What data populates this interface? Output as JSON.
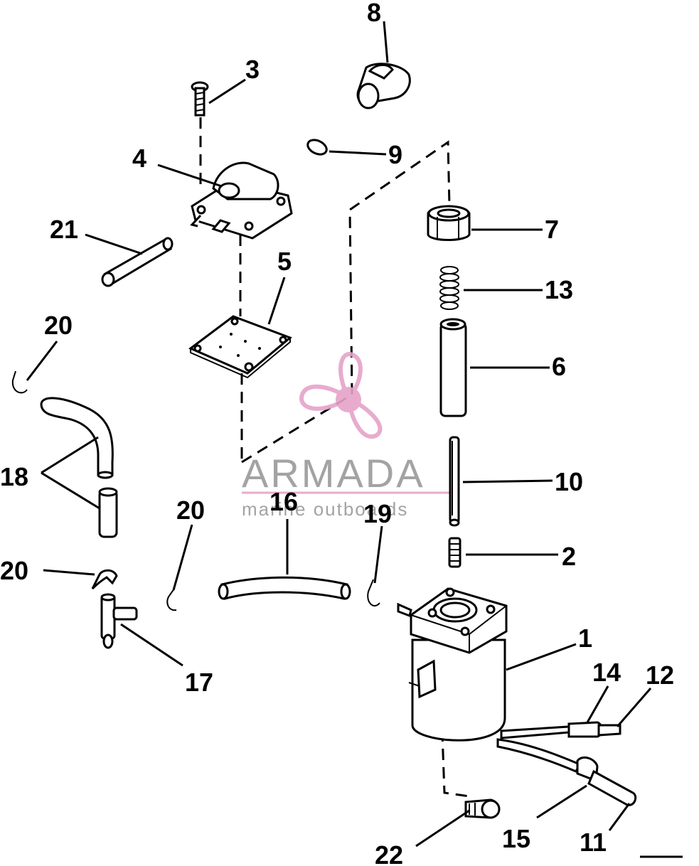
{
  "callouts": {
    "c1": "1",
    "c2": "2",
    "c3": "3",
    "c4": "4",
    "c5": "5",
    "c6": "6",
    "c7": "7",
    "c8": "8",
    "c9": "9",
    "c10": "10",
    "c11": "11",
    "c12": "12",
    "c13": "13",
    "c14": "14",
    "c15": "15",
    "c16": "16",
    "c17": "17",
    "c18": "18",
    "c19": "19",
    "c20a": "20",
    "c20b": "20",
    "c20c": "20",
    "c21": "21",
    "c22": "22"
  },
  "watermark": {
    "brand": "ARMADA",
    "tagline": "marine outboards",
    "accent_color": "#e6a3c9"
  }
}
